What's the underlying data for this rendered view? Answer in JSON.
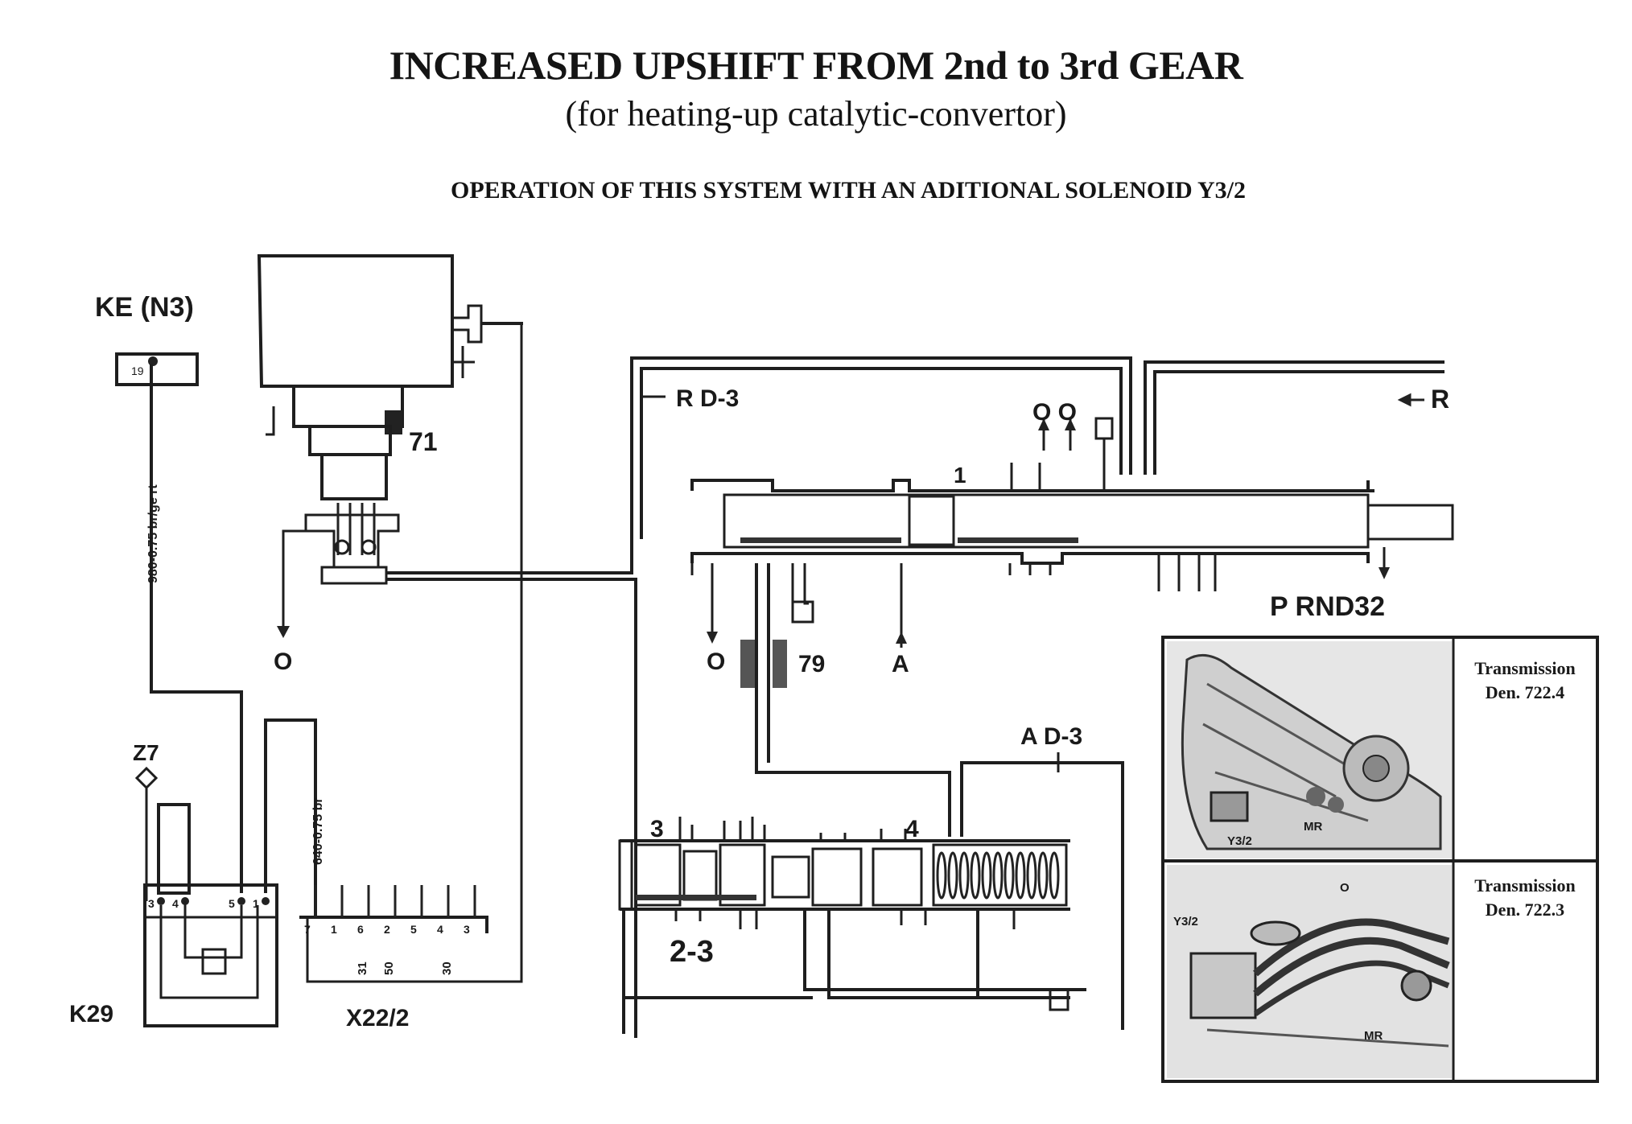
{
  "header": {
    "title": "INCREASED UPSHIFT FROM 2nd to 3rd GEAR",
    "subtitle": "(for heating-up catalytic-convertor)",
    "caption": "OPERATION OF THIS SYSTEM WITH AN ADITIONAL SOLENOID Y3/2"
  },
  "electrical": {
    "ke_label": "KE (N3)",
    "wire_1_label": "980-0.75 br/ge rt",
    "wire_2_label": "640-0.75 br",
    "connector_z7": "Z7",
    "relay_k29": "K29",
    "connector_x22": "X22/2",
    "k29_pins": [
      "3",
      "4",
      "5",
      "1"
    ],
    "x22_pins": [
      "7",
      "1",
      "6",
      "2",
      "5",
      "4",
      "3"
    ],
    "x22_bottom_labels": [
      "31",
      "50",
      "30"
    ],
    "ke_pin": "19"
  },
  "hydraulic": {
    "solenoid_number": "71",
    "exhaust_left": "O",
    "rd3_label": "R D-3",
    "valve_marker_1": "1",
    "top_exhausts": "O O",
    "r_input": "R",
    "selector_positions": "P  RND32",
    "exhaust_lower": "O",
    "damper_number": "79",
    "a_label": "A",
    "ad3_label": "A D-3",
    "valve_marker_3": "3",
    "valve_marker_4": "4",
    "shift_valve_label": "2-3"
  },
  "inset": {
    "top": {
      "title_line1": "Transmission",
      "title_line2": "Den. 722.4",
      "callout_y32": "Y3/2",
      "callout_mr": "MR"
    },
    "bottom": {
      "title_line1": "Transmission",
      "title_line2": "Den. 722.3",
      "callout_y32": "Y3/2",
      "callout_o": "O",
      "callout_mr": "MR"
    }
  }
}
